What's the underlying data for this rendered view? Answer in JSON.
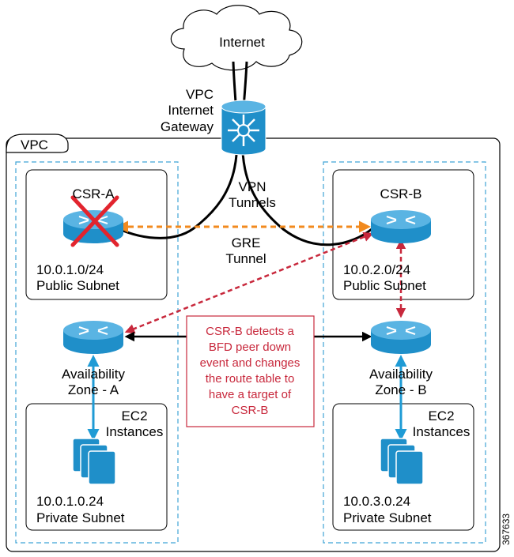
{
  "internet": {
    "label": "Internet"
  },
  "gateway": {
    "label_line1": "VPC",
    "label_line2": "Internet",
    "label_line3": "Gateway"
  },
  "vpc": {
    "label": "VPC"
  },
  "vpn": {
    "label_line1": "VPN",
    "label_line2": "Tunnels"
  },
  "gre": {
    "label_line1": "GRE",
    "label_line2": "Tunnel"
  },
  "zone_a": {
    "router_name": "CSR-A",
    "public_cidr": "10.0.1.0/24",
    "public_label": "Public Subnet",
    "az_line1": "Availability",
    "az_line2": "Zone - A",
    "ec2_line1": "EC2",
    "ec2_line2": "Instances",
    "private_cidr": "10.0.1.0.24",
    "private_label": "Private Subnet"
  },
  "zone_b": {
    "router_name": "CSR-B",
    "public_cidr": "10.0.2.0/24",
    "public_label": "Public Subnet",
    "az_line1": "Availability",
    "az_line2": "Zone - B",
    "ec2_line1": "EC2",
    "ec2_line2": "Instances",
    "private_cidr": "10.0.3.0.24",
    "private_label": "Private Subnet"
  },
  "note": {
    "line1": "CSR-B detects a",
    "line2": "BFD peer down",
    "line3": "event and changes",
    "line4": "the route table to",
    "line5": "have a target of",
    "line6": "CSR-B"
  },
  "figure_id": "367633",
  "colors": {
    "router_fill": "#1f8fc9",
    "router_top": "#5ab4e3",
    "az_border": "#3fa4d6",
    "gre_arrow": "#f28a1e",
    "failover_arrow": "#c8283c",
    "failure_x": "#e2242e"
  }
}
